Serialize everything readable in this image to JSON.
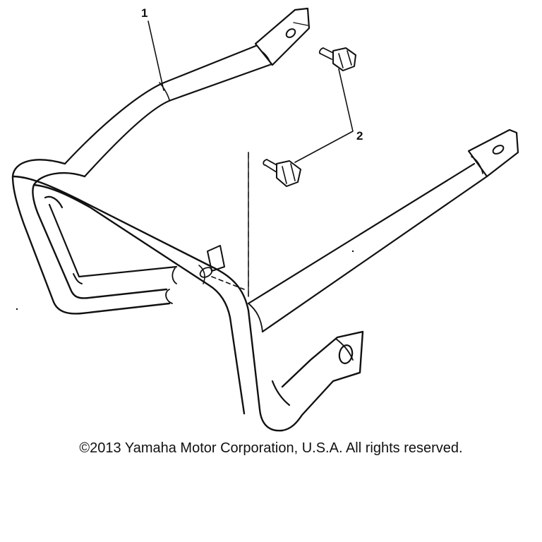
{
  "callouts": [
    {
      "id": "1",
      "label": "1"
    },
    {
      "id": "2",
      "label": "2"
    }
  ],
  "footer": {
    "copyright": "©2013 Yamaha Motor Corporation, U.S.A. All rights reserved."
  },
  "colors": {
    "ink": "#111111",
    "background": "#ffffff"
  }
}
